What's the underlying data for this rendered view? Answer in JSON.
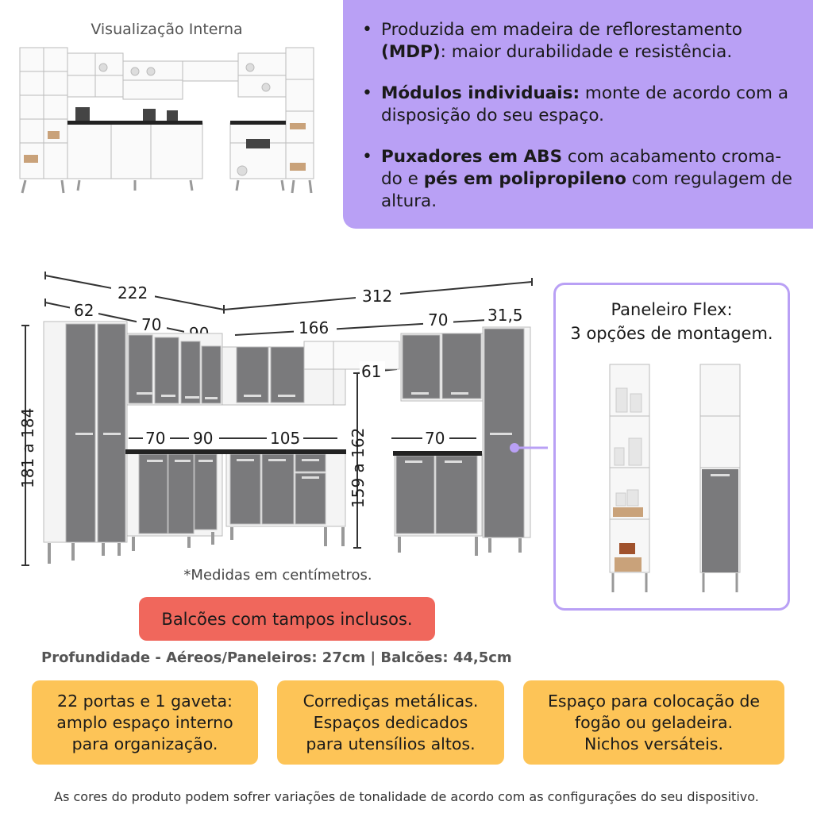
{
  "internal_view": {
    "title": "Visualização Interna"
  },
  "features": [
    {
      "pre": "",
      "bold": "Produzida em madeira de reflorestamento",
      "line2_bold": "(MDP)",
      "line2": ": maior durabilidade e resistência."
    },
    {
      "bold": "Módulos individuais:",
      "text1": " monte de acordo com a",
      "text2": "disposição do seu espaço."
    },
    {
      "bold1": "Puxadores em ABS",
      "text1": " com acabamento croma-",
      "text2a": "do e ",
      "bold2": "pés em polipropileno",
      "text2b": " com regulagem de",
      "text3": "altura."
    }
  ],
  "dimensions": {
    "d222": "222",
    "d312": "312",
    "d62": "62",
    "d70a": "70",
    "d90a": "90",
    "d166": "166",
    "d70b": "70",
    "d315": "31,5",
    "d61": "61",
    "d70c": "70",
    "d90b": "90",
    "d105": "105",
    "d70d": "70",
    "h181": "181 a 184",
    "h159": "159 a 162"
  },
  "measure_note": "*Medidas em centímetros.",
  "flex": {
    "title1": "Paneleiro Flex:",
    "title2": "3 opções de montagem."
  },
  "countertop_note": "Balcões com tampos inclusos.",
  "depth": "Profundidade - Aéreos/Paneleiros: 27cm | Balcões: 44,5cm",
  "cards": [
    {
      "l1": "22 portas e 1 gaveta:",
      "l2": "amplo espaço interno",
      "l3": "para organização."
    },
    {
      "l1": "Corrediças metálicas.",
      "l2": "Espaços dedicados",
      "l3": "para utensílios altos."
    },
    {
      "l1": "Espaço para colocação de",
      "l2": "fogão ou geladeira.",
      "l3": "Nichos versáteis."
    }
  ],
  "disclaimer": "As cores do produto podem sofrer variações de tonalidade de acordo com as configurações do seu dispositivo.",
  "colors": {
    "purple": "#b9a0f5",
    "red": "#f0675c",
    "yellow": "#fdc457",
    "gray_door": "#7a7a7c",
    "white_body": "#f4f4f4"
  }
}
